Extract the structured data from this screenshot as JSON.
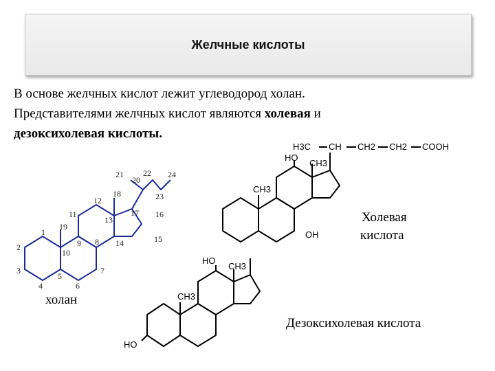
{
  "slide": {
    "title": "Желчные кислоты",
    "intro_line1": "В основе желчных кислот лежит углеводород холан.",
    "intro_line2_start": "Представителями желчных кислот являются ",
    "intro_bold1": "холевая",
    "intro_line2_and": " и",
    "intro_bold2": "дезоксихолевая кислоты",
    "intro_end": "."
  },
  "figure": {
    "cholan_label": "холан",
    "cholic_label_1": "Холевая",
    "cholic_label_2": "кислота",
    "deoxy_label": "Дезоксихолевая кислота",
    "atom_numbers": [
      "1",
      "2",
      "3",
      "4",
      "5",
      "6",
      "7",
      "8",
      "9",
      "10",
      "11",
      "12",
      "13",
      "14",
      "15",
      "16",
      "17",
      "18",
      "19",
      "20",
      "21",
      "22",
      "23",
      "24"
    ],
    "groups": {
      "h3c": "H3C",
      "ch": "CH",
      "ch2": "CH2",
      "cooh": "COOH",
      "ho": "HO",
      "ch3": "CH3",
      "oh": "OH"
    }
  }
}
